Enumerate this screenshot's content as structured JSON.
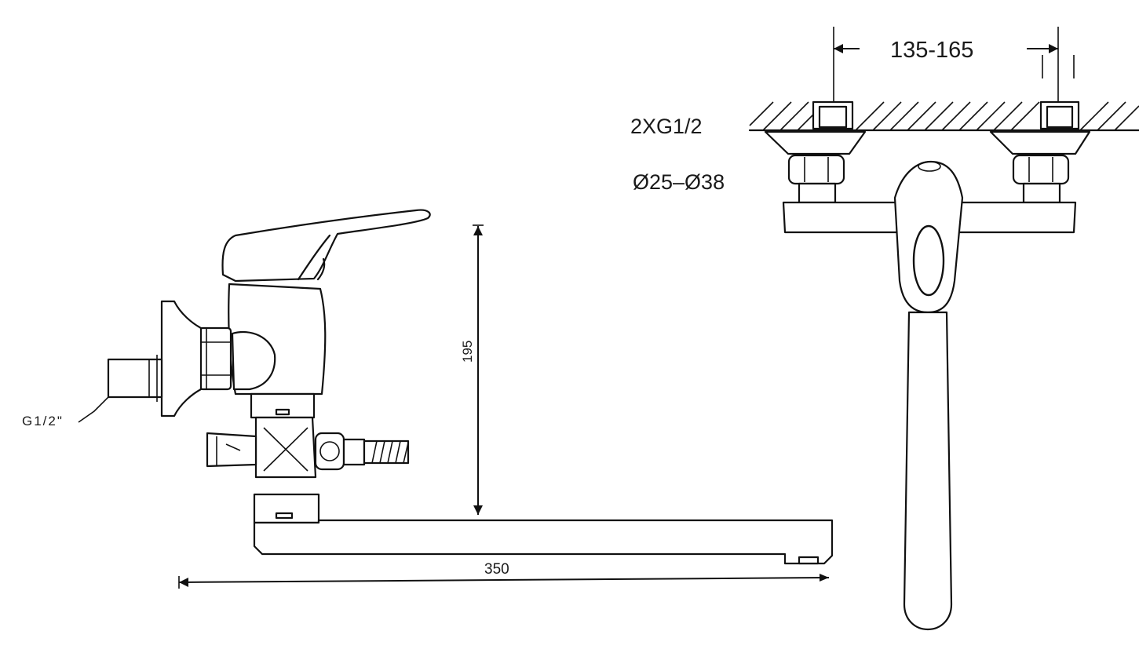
{
  "side_view": {
    "thread_label": "G1/2\"",
    "height_dimension": "195",
    "length_dimension": "350"
  },
  "front_view": {
    "spacing_dimension": "135-165",
    "connection_label": "2XG1/2",
    "diameter_label": "Ø25–Ø38"
  },
  "colors": {
    "line": "#111111",
    "background": "#ffffff"
  }
}
